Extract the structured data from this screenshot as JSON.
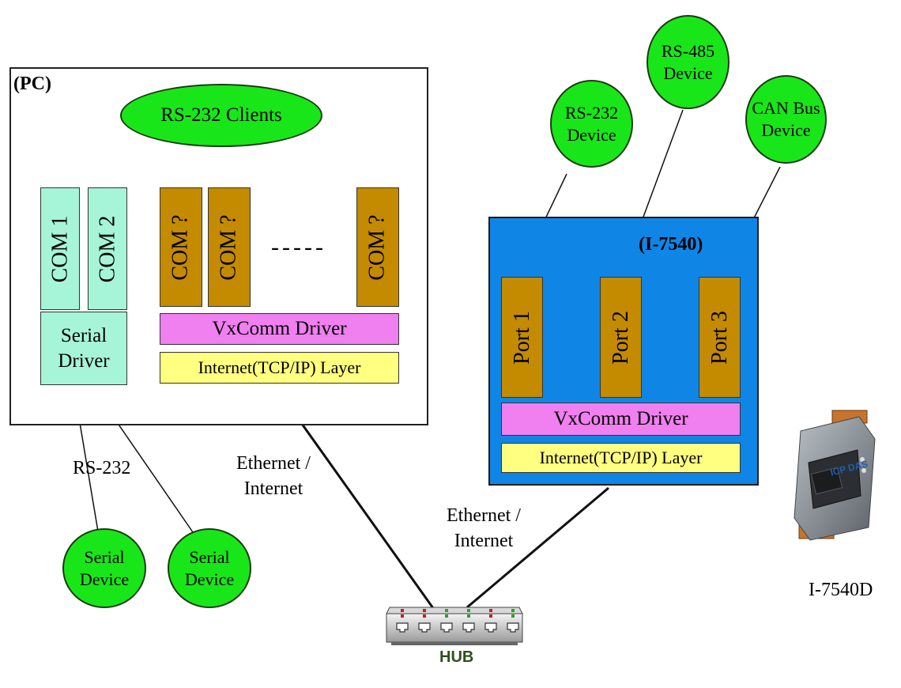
{
  "pc": {
    "title": "(PC)",
    "clients_label": "RS-232 Clients",
    "com_ports": [
      "COM 1",
      "COM 2"
    ],
    "virtual_com_ports": [
      "COM ?",
      "COM ?",
      "COM ?"
    ],
    "ellipsis": "-----",
    "serial_driver_line1": "Serial",
    "serial_driver_line2": "Driver",
    "vxcomm_driver": "VxComm Driver",
    "tcpip_layer": "Internet(TCP/IP) Layer",
    "rs232_link_label": "RS-232",
    "ethernet_line1": "Ethernet /",
    "ethernet_line2": "Internet",
    "serial_devices": [
      {
        "line1": "Serial",
        "line2": "Device"
      },
      {
        "line1": "Serial",
        "line2": "Device"
      }
    ]
  },
  "i7540": {
    "title": "(I-7540)",
    "ports": [
      "Port 1",
      "Port 2",
      "Port 3"
    ],
    "vxcomm_driver": "VxComm Driver",
    "tcpip_layer": "Internet(TCP/IP) Layer",
    "ethernet_line1": "Ethernet /",
    "ethernet_line2": "Internet",
    "devices": [
      {
        "line1": "RS-232",
        "line2": "Device"
      },
      {
        "line1": "RS-485",
        "line2": "Device"
      },
      {
        "line1": "CAN Bus",
        "line2": "Device"
      }
    ]
  },
  "hub": {
    "label": "HUB"
  },
  "product": {
    "label": "I-7540D",
    "logo_text": "ICP DAS"
  },
  "colors": {
    "device_green": "#19e619",
    "com_mint": "#a6f5d9",
    "com_gold": "#c48a00",
    "driver_pink": "#f07ff0",
    "tcp_yellow": "#ffff80",
    "i7540_blue": "#0f86e6"
  }
}
